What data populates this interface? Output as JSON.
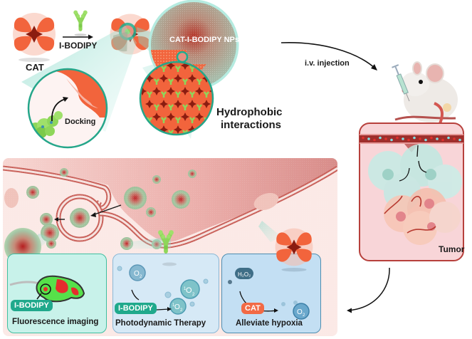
{
  "figure": {
    "top": {
      "cat_label": "CAT",
      "arrow_label": "I-BODIPY",
      "nps_label": "CAT-I-BODIPY NPs",
      "docking_label": "Docking",
      "hydrophobic_label_line1": "Hydrophobic",
      "hydrophobic_label_line2": "interactions",
      "injection_label": "i.v. injection"
    },
    "tumor": {
      "label": "Tumor"
    },
    "panels": [
      {
        "id": "fluorescence",
        "tag": "I-BODIPY",
        "title": "Fluorescence imaging"
      },
      {
        "id": "pdt",
        "tag": "I-BODIPY",
        "title": "Photodynamic Therapy",
        "species": [
          "O",
          "1O",
          "1O"
        ],
        "subscript": "2"
      },
      {
        "id": "hypoxia",
        "tag": "CAT",
        "title": "Alleviate hypoxia",
        "reactant": "H2O2",
        "product": "O2"
      }
    ],
    "colors": {
      "catalase": "#f2643c",
      "catalase_core": "#8b1c10",
      "bodipy_green": "#8ed65a",
      "teal": "#2ab091",
      "teal_light": "#b5ebe0",
      "membrane": "#c9615a",
      "cell_bg": "#fbe9e6",
      "panel_teal": "#c8f2ea",
      "panel_blue": "#d6e9f6",
      "panel_blue2": "#c3dff3",
      "tumor_frame": "#b7403c",
      "tumor_bg": "#f8d5d8",
      "hypoxia_tag": "#f26a45"
    },
    "icons": [
      "catalase-protein-icon",
      "bodipy-molecule-icon",
      "mouse-icon",
      "syringe-icon",
      "nanoparticle-icon",
      "mitochondria-icon",
      "cancer-cell-icon"
    ]
  }
}
